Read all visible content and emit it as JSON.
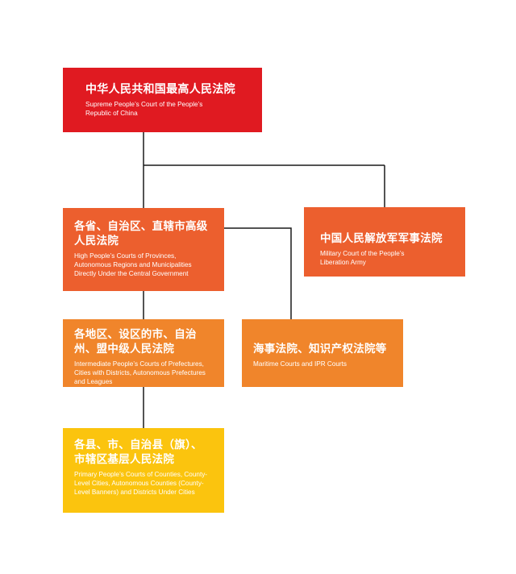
{
  "nodes": {
    "supreme": {
      "zh": "中华人民共和国最高人民法院",
      "en": "Supreme People’s Court of the People’s Republic of China",
      "color": "#e01a21"
    },
    "high": {
      "zh": "各省、自治区、直辖市高级人民法院",
      "en": "High People’s Courts of Provinces, Autonomous Regions and Municipalities Directly Under the Central Government",
      "color": "#ec5f2e"
    },
    "military": {
      "zh": "中国人民解放军军事法院",
      "en": "Military Court of the People’s Liberation Army",
      "color": "#ec5f2e"
    },
    "intermediate": {
      "zh": "各地区、设区的市、自治州、盟中级人民法院",
      "en": "Intermediate People’s Courts of Prefectures, Cities with Districts, Autonomous Prefectures and Leagues",
      "color": "#f0852b"
    },
    "maritime": {
      "zh": "海事法院、知识产权法院等",
      "en": "Maritime Courts and IPR Courts",
      "color": "#f0852b"
    },
    "primary": {
      "zh": "各县、市、自治县（旗）、市辖区基层人民法院",
      "en": "Primary People’s Courts of Counties, County-Level Cities, Autonomous Counties (County-Level Banners) and Districts Under Cities",
      "color": "#fbc40e"
    }
  },
  "edges": [
    {
      "from": "supreme",
      "to": "high"
    },
    {
      "from": "supreme",
      "to": "military"
    },
    {
      "from": "high",
      "to": "intermediate"
    },
    {
      "from": "high",
      "to": "maritime"
    },
    {
      "from": "intermediate",
      "to": "primary"
    }
  ],
  "connector_color": "#1a1a1a"
}
